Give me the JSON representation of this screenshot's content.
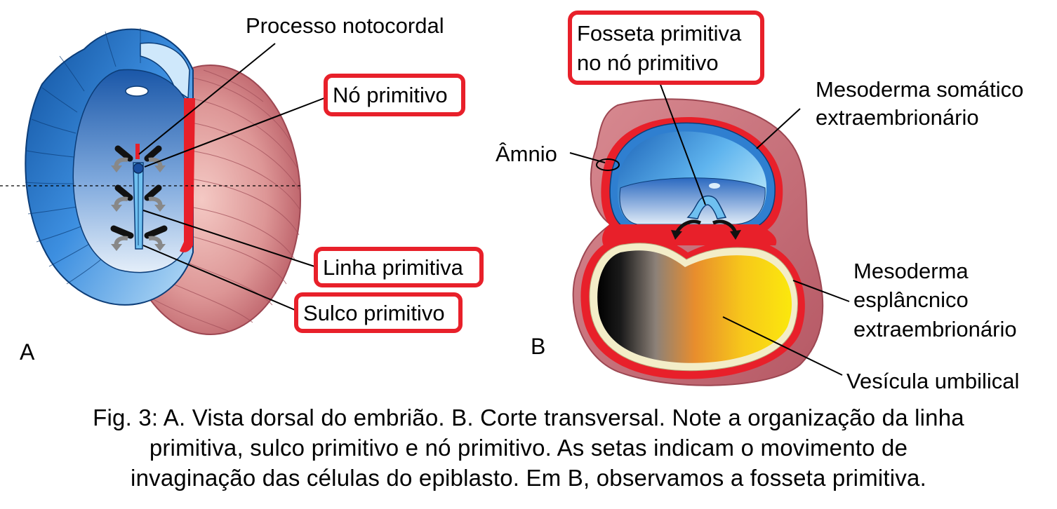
{
  "panel_a": {
    "letter": "A",
    "labels": {
      "notochordal_process": "Processo notocordal",
      "primitive_node": "Nó primitivo",
      "primitive_line": "Linha primitiva",
      "primitive_groove": "Sulco primitivo"
    }
  },
  "panel_b": {
    "letter": "B",
    "labels": {
      "primitive_pit_line1": "Fosseta primitiva",
      "primitive_pit_line2": "no nó primitivo",
      "amnion": "Âmnio",
      "somatic_mesoderm_line1": "Mesoderma somático",
      "somatic_mesoderm_line2": "extraembrionário",
      "splanchnic_mesoderm_line1": "Mesoderma",
      "splanchnic_mesoderm_line2": "esplâncnico",
      "splanchnic_mesoderm_line3": "extraembrionário",
      "umbilical_vesicle": "Vesícula umbilical"
    }
  },
  "caption": {
    "line1": "Fig. 3: A. Vista dorsal do embrião. B. Corte transversal. Note a organização da linha",
    "line2": "primitiva, sulco primitivo e nó primitivo. As setas indicam o movimento de",
    "line3": "invaginação das células do epiblasto. Em B, observamos a fosseta primitiva."
  },
  "colors": {
    "highlight_box": "#e8202a",
    "amnion_blue": "#2f7fd0",
    "mesoderm_pink": "#c9707a",
    "yolk_yellow": "#f7d417"
  }
}
